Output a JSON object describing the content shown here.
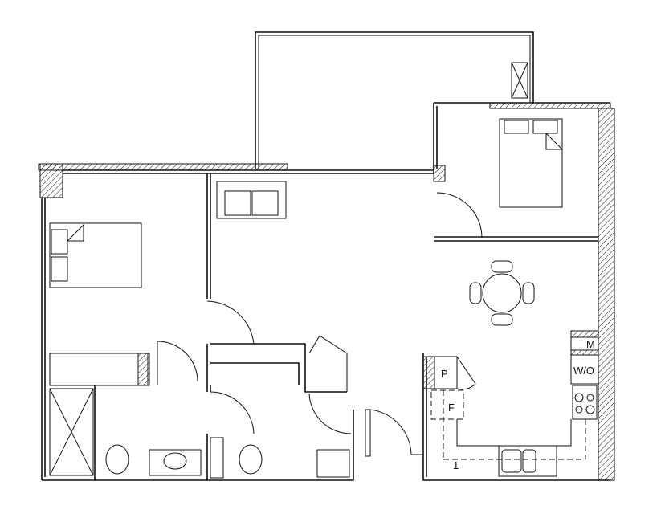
{
  "plan": {
    "labels": {
      "meter": "M",
      "wall_oven": "W/O",
      "pantry": "P",
      "fridge": "F",
      "counter_note": "1"
    },
    "colors": {
      "line": "#111111",
      "background": "#ffffff"
    }
  }
}
